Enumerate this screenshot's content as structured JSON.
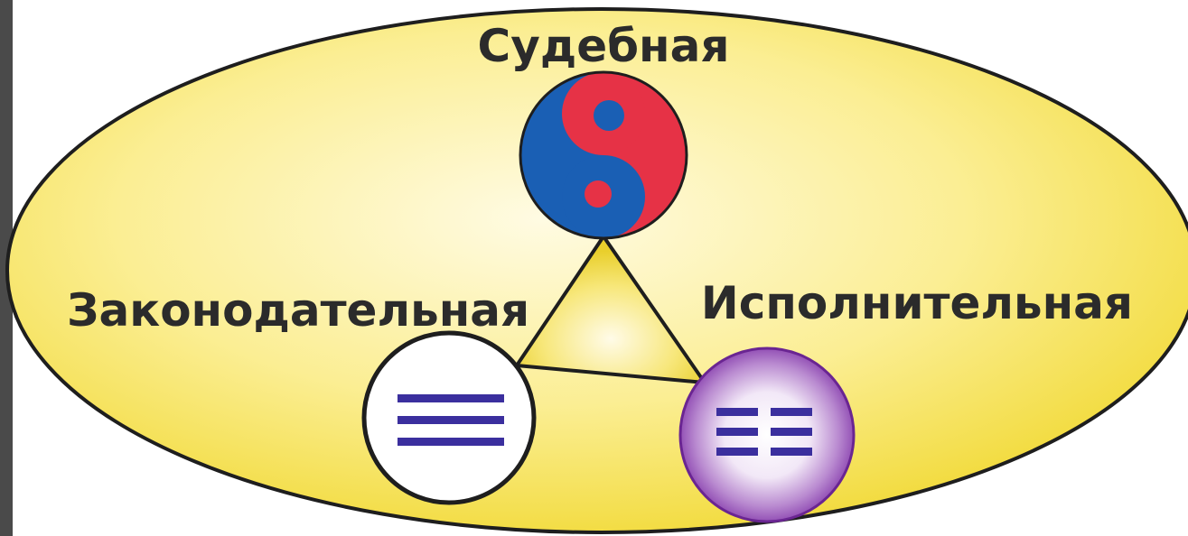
{
  "branches": {
    "judicial": "Судебная",
    "legislative": "Законодательная",
    "executive": "Исполнительная"
  },
  "colors": {
    "oval": "#f5e35a",
    "oval_center": "#fff6c4",
    "triangle": "#f0d84a",
    "yin_blue": "#1a5fb4",
    "yang_red": "#e63246",
    "stripes": "#3b2f9e",
    "purple_circle": "#8a3fb0"
  },
  "icons": {
    "judicial": "yin-yang-icon",
    "legislative": "solid-trigram-icon",
    "executive": "broken-trigram-icon"
  }
}
